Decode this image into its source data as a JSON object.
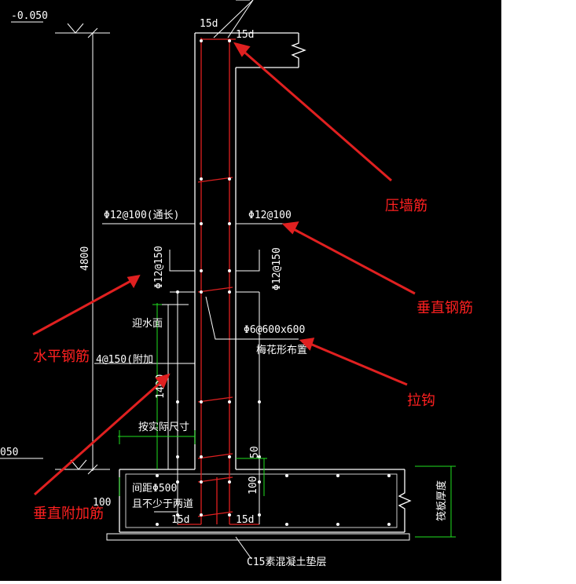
{
  "colors": {
    "background": "#000000",
    "outside": "#ffffff",
    "line": "#ffffff",
    "rebar": "#e02020",
    "dimension": "#20e020",
    "annotation": "#ff2020"
  },
  "cad_text": {
    "elev_top": "-0.050",
    "elev_bottom": "050",
    "dim_height_total": "4800",
    "dim_height_lower": "1400",
    "dim_15d_a": "15d",
    "dim_15d_b": "15d",
    "dim_15d_c": "15d",
    "dim_15d_d": "15d",
    "rebar_left": "Φ12@100(通长)",
    "rebar_right": "Φ12@100",
    "rebar_vert_left": "Φ12@150",
    "rebar_vert_right": "Φ12@150",
    "tie_spec": "Φ6@600x600",
    "tie_note": "梅花形布置",
    "water_face": "迎水面",
    "horiz_bar": "4@150(附加",
    "actual_size": "按实际尺寸",
    "spacing_a": "间距Φ500",
    "spacing_b": "且不少于两道",
    "dim_50": "50",
    "dim_100": "100",
    "dim_100b": "100",
    "slab_note": "筏板厚度",
    "cushion": "C15素混凝土垫层"
  },
  "annotations": {
    "press_wall_bar": "压墙筋",
    "vertical_bar": "垂直钢筋",
    "horizontal_bar": "水平钢筋",
    "tie_hook": "拉钩",
    "vertical_additional_bar": "垂直附加筋"
  }
}
